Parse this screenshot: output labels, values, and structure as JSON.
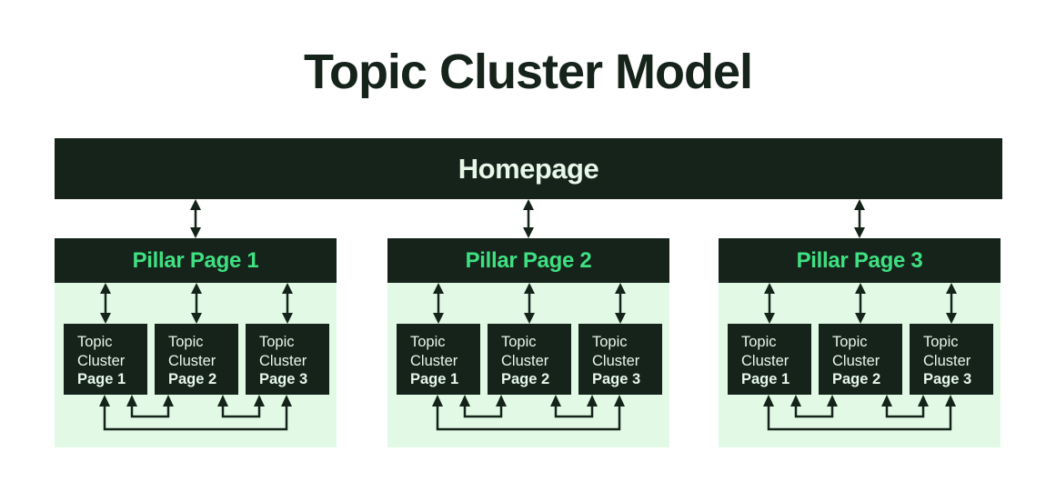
{
  "title": "Topic Cluster Model",
  "homepage": {
    "label": "Homepage"
  },
  "groups": [
    {
      "label": "Pillar Page 1",
      "boxes": [
        {
          "line1": "Topic",
          "line2": "Cluster",
          "page": "Page 1"
        },
        {
          "line1": "Topic",
          "line2": "Cluster",
          "page": "Page 2"
        },
        {
          "line1": "Topic",
          "line2": "Cluster",
          "page": "Page 3"
        }
      ]
    },
    {
      "label": "Pillar Page 2",
      "boxes": [
        {
          "line1": "Topic",
          "line2": "Cluster",
          "page": "Page 1"
        },
        {
          "line1": "Topic",
          "line2": "Cluster",
          "page": "Page 2"
        },
        {
          "line1": "Topic",
          "line2": "Cluster",
          "page": "Page 3"
        }
      ]
    },
    {
      "label": "Pillar Page 3",
      "boxes": [
        {
          "line1": "Topic",
          "line2": "Cluster",
          "page": "Page 1"
        },
        {
          "line1": "Topic",
          "line2": "Cluster",
          "page": "Page 2"
        },
        {
          "line1": "Topic",
          "line2": "Cluster",
          "page": "Page 3"
        }
      ]
    }
  ],
  "colors": {
    "dark": "#15231b",
    "panel": "#e2fae5",
    "accent_green": "#3fe081",
    "mint_text": "#e7f7e8",
    "background": "#ffffff"
  }
}
